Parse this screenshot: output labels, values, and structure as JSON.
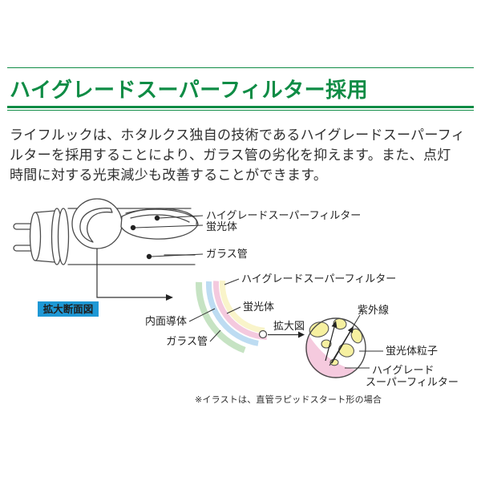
{
  "page": {
    "background": "#ffffff"
  },
  "header": {
    "title": "ハイグレードスーパーフィルター採用",
    "accent_color": "#0f8c45"
  },
  "intro": {
    "lines": [
      "ライフルックは、ホタルクス独自の技術であるハイグレードスーパーフィ",
      "ルターを採用することにより、ガラス管の劣化を抑えます。また、点灯",
      "時間に対する光束減少も改善することができます。"
    ],
    "text_color": "#2f2f2f"
  },
  "diagram": {
    "lamp_labels": {
      "filter": "ハイグレードスーパーフィルター",
      "phosphor": "蛍光体",
      "glass_tube": "ガラス管"
    },
    "badge": {
      "label": "拡大断面図",
      "background": "#1e98d5",
      "text_color": "#ffffff"
    },
    "cross_section": {
      "labels": {
        "filter": "ハイグレードスーパーフィルター",
        "phosphor": "蛍光体",
        "inner_conductor": "内面導体",
        "glass_tube": "ガラス管",
        "magnified_view": "拡大図"
      },
      "layer_colors": {
        "glass_tube": "#c6e3c3",
        "inner_conductor": "#bddcf2",
        "filter": "#f4c9de",
        "phosphor": "#f9f4ca"
      }
    },
    "magnified": {
      "labels": {
        "uv": "紫外線",
        "particle": "蛍光体粒子",
        "filter_line1": "ハイグレード",
        "filter_line2": "スーパーフィルター"
      },
      "particle_color": "#f6f0a0",
      "filter_color": "#f5cade"
    },
    "note": "※イラストは、直管ラピッドスタート形の場合"
  }
}
